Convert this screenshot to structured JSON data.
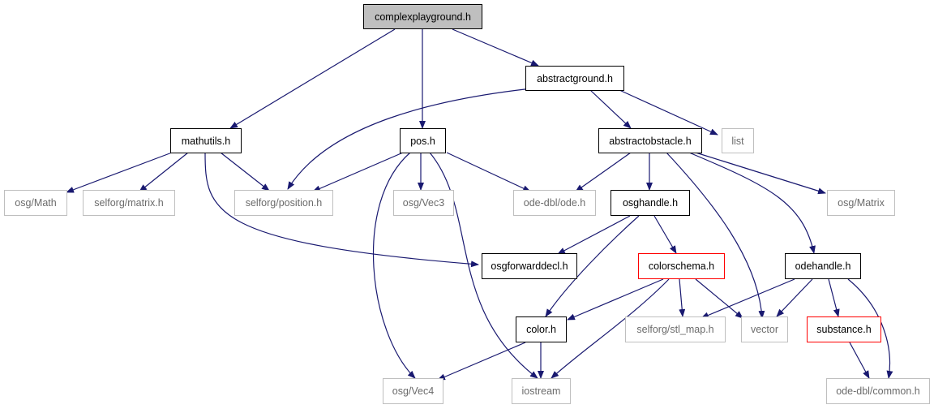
{
  "graph": {
    "edge_color": "#191970",
    "node_kinds": {
      "root_fill": "#bfbfbf",
      "documented_border": "#000000",
      "external_border": "#bfbfbf",
      "highlight_border": "#ff0000"
    },
    "nodes": {
      "complexplayground": "complexplayground.h",
      "abstractground": "abstractground.h",
      "mathutils": "mathutils.h",
      "pos": "pos.h",
      "abstractobstacle": "abstractobstacle.h",
      "list": "list",
      "osg_math": "osg/Math",
      "selforg_matrix": "selforg/matrix.h",
      "selforg_position": "selforg/position.h",
      "osg_vec3": "osg/Vec3",
      "ode_dbl_ode": "ode-dbl/ode.h",
      "osghandle": "osghandle.h",
      "osg_matrix": "osg/Matrix",
      "osgforwarddecl": "osgforwarddecl.h",
      "colorschema": "colorschema.h",
      "odehandle": "odehandle.h",
      "color": "color.h",
      "selforg_stl_map": "selforg/stl_map.h",
      "vector": "vector",
      "substance": "substance.h",
      "osg_vec4": "osg/Vec4",
      "iostream": "iostream",
      "ode_dbl_common": "ode-dbl/common.h"
    }
  }
}
